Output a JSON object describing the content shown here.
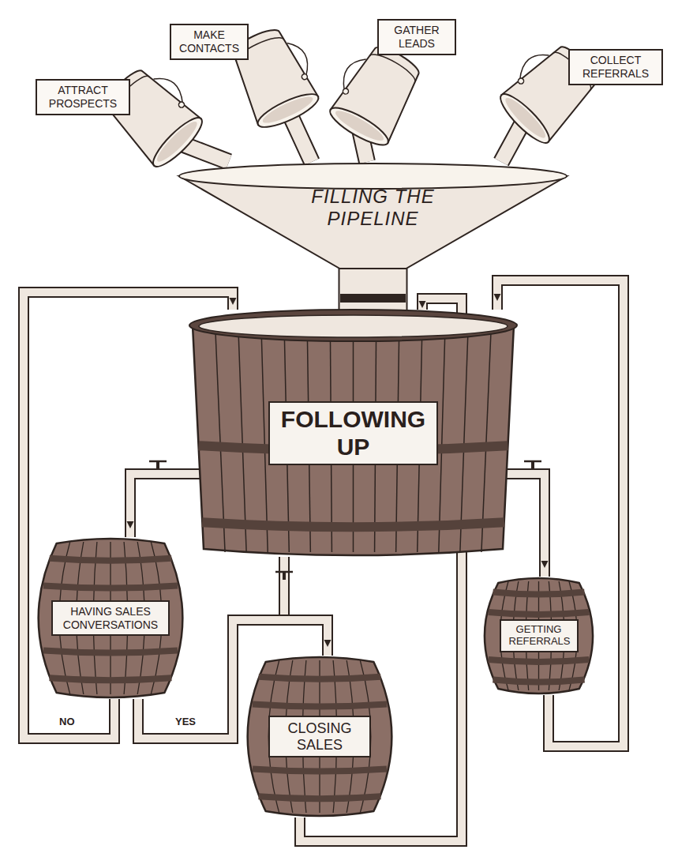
{
  "diagram": {
    "nodes": [
      {
        "text": [
          "ATTRACT PROSPECTS"
        ]
      },
      {
        "text": [
          "MAKE CONTACTS"
        ]
      },
      {
        "text": [
          "GATHER LEADS"
        ]
      },
      {
        "text": [
          "COLLECT REFERRALS"
        ]
      },
      {
        "text": [
          "FILLING THE PIPELINE"
        ]
      },
      {
        "text": [
          "FOLLOWING UP"
        ]
      },
      {
        "text": [
          "HAVING SALES CONVERSATIONS"
        ]
      },
      {
        "text": [
          "CLOSING SALES"
        ]
      },
      {
        "text": [
          "GETTING REFERRALS"
        ]
      }
    ],
    "edges": [
      {
        "from": 0,
        "to": 4,
        "arrow": "none"
      },
      {
        "from": 1,
        "to": 4,
        "arrow": "none"
      },
      {
        "from": 2,
        "to": 4,
        "arrow": "none"
      },
      {
        "from": 3,
        "to": 4,
        "arrow": "none"
      },
      {
        "from": 4,
        "to": 5,
        "arrow": "none"
      },
      {
        "from": 5,
        "to": 6,
        "arrow": "to"
      },
      {
        "from": 5,
        "to": 7,
        "arrow": "to"
      },
      {
        "from": 5,
        "to": 8,
        "arrow": "to"
      },
      {
        "from": 6,
        "to": 5,
        "label": "NO",
        "arrow": "to"
      },
      {
        "from": 6,
        "to": 7,
        "label": "YES",
        "arrow": "to"
      },
      {
        "from": 7,
        "to": 5,
        "arrow": "to"
      },
      {
        "from": 8,
        "to": 5,
        "arrow": "to"
      }
    ]
  }
}
